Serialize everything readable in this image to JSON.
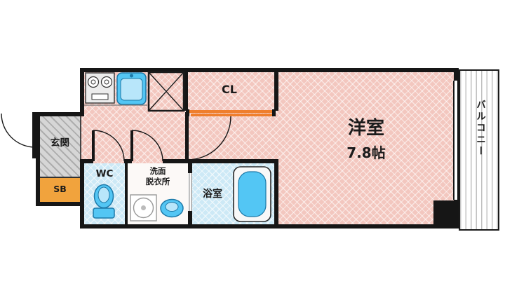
{
  "floorplan": {
    "labels": {
      "main_room_name": "洋室",
      "main_room_size": "7.8帖",
      "closet": "CL",
      "balcony": "バルコニー",
      "entrance": "玄関",
      "shoe_box": "SB",
      "toilet": "WC",
      "washroom_line1": "洗面",
      "washroom_line2": "脱衣所",
      "bathroom": "浴室"
    },
    "colors": {
      "room_pink": "#f3c7bf",
      "wet_area_blue": "#cde9f6",
      "fixture_blue": "#53c6f4",
      "entrance_gray": "#d6d6d6",
      "shoe_box_orange": "#f1a33d",
      "sliding_door_orange": "#ef7f2e",
      "wall_black": "#161616"
    }
  }
}
